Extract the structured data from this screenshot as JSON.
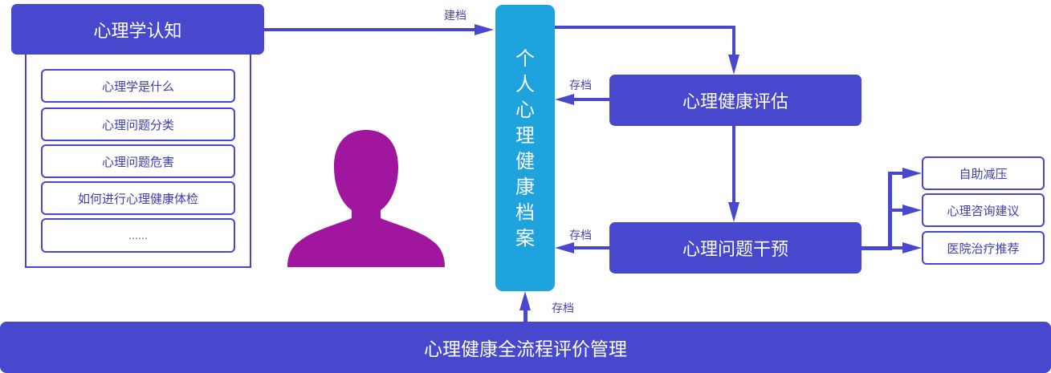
{
  "colors": {
    "primary": "#4848cf",
    "archive": "#1ea3dc",
    "person": "#a0169f",
    "background": "#ffffff"
  },
  "cognition": {
    "title": "心理学认知",
    "items": [
      "心理学是什么",
      "心理问题分类",
      "心理问题危害",
      "如何进行心理健康体检",
      "……"
    ]
  },
  "archive": {
    "chars": [
      "个",
      "人",
      "心",
      "理",
      "健",
      "康",
      "档",
      "案"
    ]
  },
  "assessment": {
    "title": "心理健康评估"
  },
  "intervention": {
    "title": "心理问题干预"
  },
  "options": [
    "自助减压",
    "心理咨询建议",
    "医院治疗推荐"
  ],
  "bottom_bar": {
    "title": "心理健康全流程评价管理"
  },
  "labels": {
    "build_archive": "建档",
    "save_assessment": "存档",
    "save_intervention": "存档",
    "save_bottom": "存档"
  },
  "icons": {
    "person": "person-silhouette-icon"
  }
}
